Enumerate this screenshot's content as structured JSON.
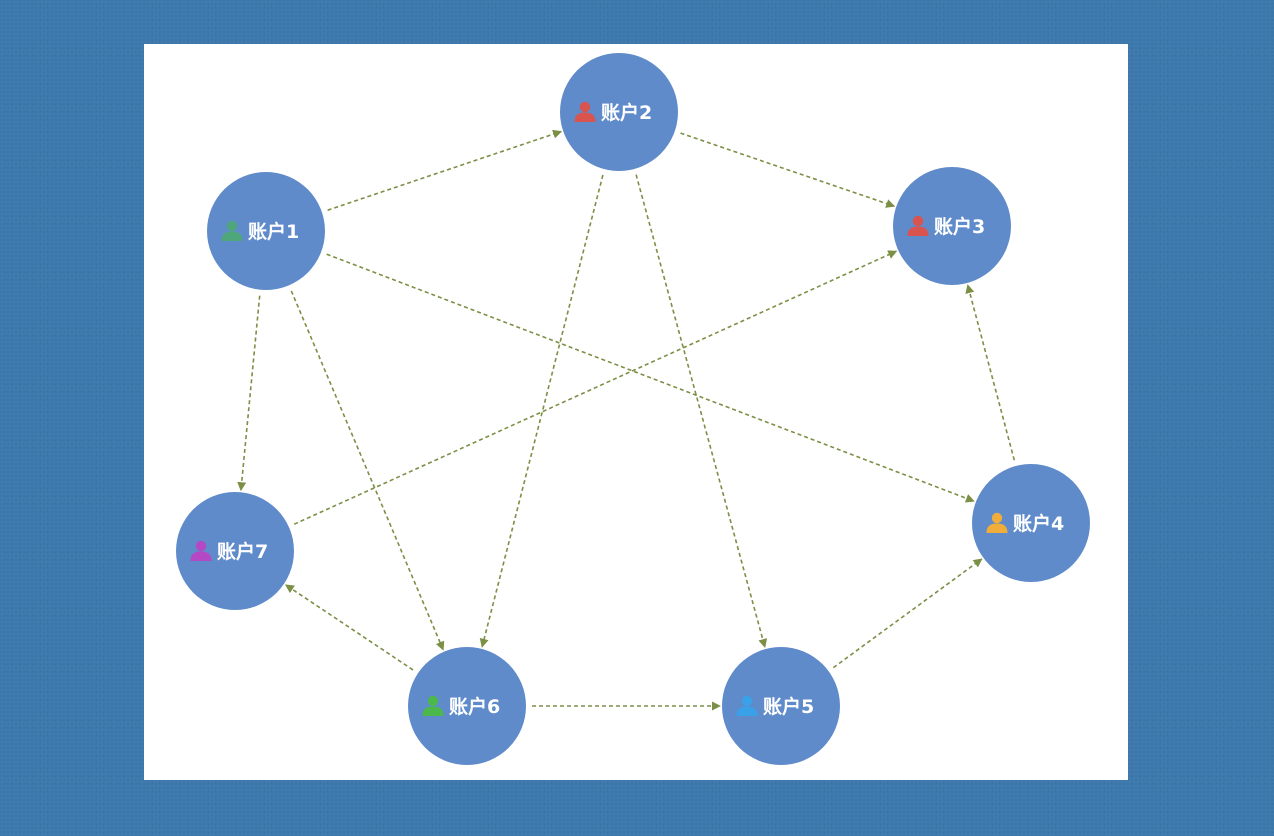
{
  "colors": {
    "background": "#3d78ad",
    "canvas": "#ffffff",
    "node_fill": "#5f8bcb",
    "node_text": "#ffffff",
    "edge": "#7b8f45"
  },
  "nodes": [
    {
      "id": "1",
      "label": "账户1",
      "icon": "user-icon",
      "icon_color": "#4fa67a"
    },
    {
      "id": "2",
      "label": "账户2",
      "icon": "user-icon",
      "icon_color": "#d9534f"
    },
    {
      "id": "3",
      "label": "账户3",
      "icon": "user-icon",
      "icon_color": "#d9534f"
    },
    {
      "id": "4",
      "label": "账户4",
      "icon": "user-icon",
      "icon_color": "#f0ad3a"
    },
    {
      "id": "5",
      "label": "账户5",
      "icon": "user-icon",
      "icon_color": "#3aa0e8"
    },
    {
      "id": "6",
      "label": "账户6",
      "icon": "user-icon",
      "icon_color": "#4cb84c"
    },
    {
      "id": "7",
      "label": "账户7",
      "icon": "user-icon",
      "icon_color": "#b548c4"
    }
  ],
  "edges": [
    {
      "from": "1",
      "to": "2"
    },
    {
      "from": "2",
      "to": "3"
    },
    {
      "from": "1",
      "to": "4"
    },
    {
      "from": "1",
      "to": "7"
    },
    {
      "from": "1",
      "to": "6"
    },
    {
      "from": "2",
      "to": "6"
    },
    {
      "from": "2",
      "to": "5"
    },
    {
      "from": "7",
      "to": "3"
    },
    {
      "from": "4",
      "to": "3"
    },
    {
      "from": "6",
      "to": "7"
    },
    {
      "from": "6",
      "to": "5"
    },
    {
      "from": "5",
      "to": "4"
    }
  ]
}
